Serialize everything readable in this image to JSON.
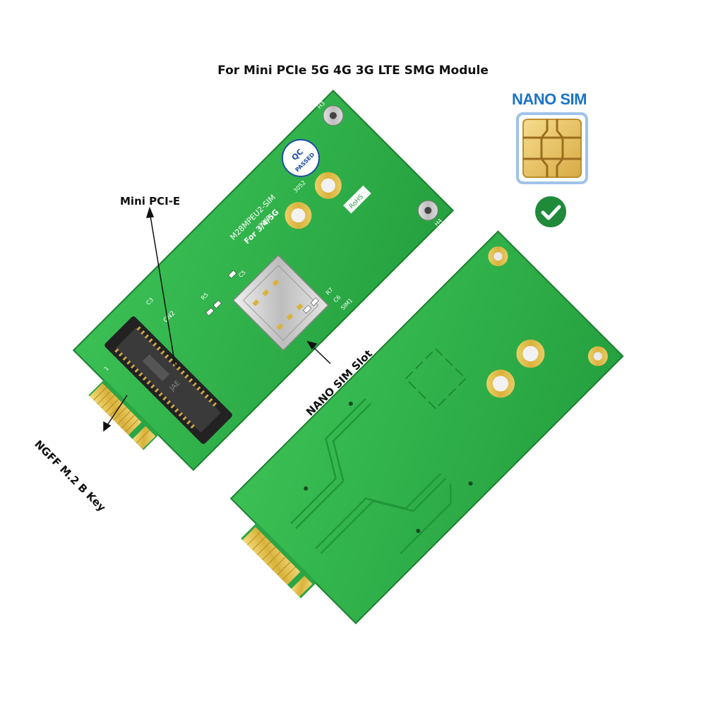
{
  "title": "For Mini PCIe 5G 4G 3G LTE SMG Module",
  "labels": {
    "mini_pcie": "Mini PCI-E",
    "ngff": "NGFF M.2 B Key",
    "nano_sim_slot": "NANO SIM Slot"
  },
  "nano_sim_badge": {
    "title": "NANO SIM",
    "check_color": "#1f8a3a"
  },
  "board_silkscreen": {
    "model": "M28MPEU2-SIM",
    "subtitle": "For 3/4/5G",
    "qc_line1": "QC",
    "qc_line2": "PASSED",
    "hole_3052": "3052",
    "hole_3042": "3042",
    "h3": "H3",
    "h4": "H4",
    "rohs": "RoHS",
    "sim1": "SIM1",
    "cn2": "CN2",
    "c3": "C3",
    "c5": "C5",
    "c6": "C6",
    "r5": "R5",
    "r7": "R7",
    "pin1": "1",
    "connector_text": "JAE"
  },
  "colors": {
    "pcb_green": "#2fb24a",
    "pcb_dark": "#1e8a34",
    "gold": "#e7c64a",
    "slot_black": "#1a1a1a",
    "sim_blue": "#1b73c6"
  }
}
